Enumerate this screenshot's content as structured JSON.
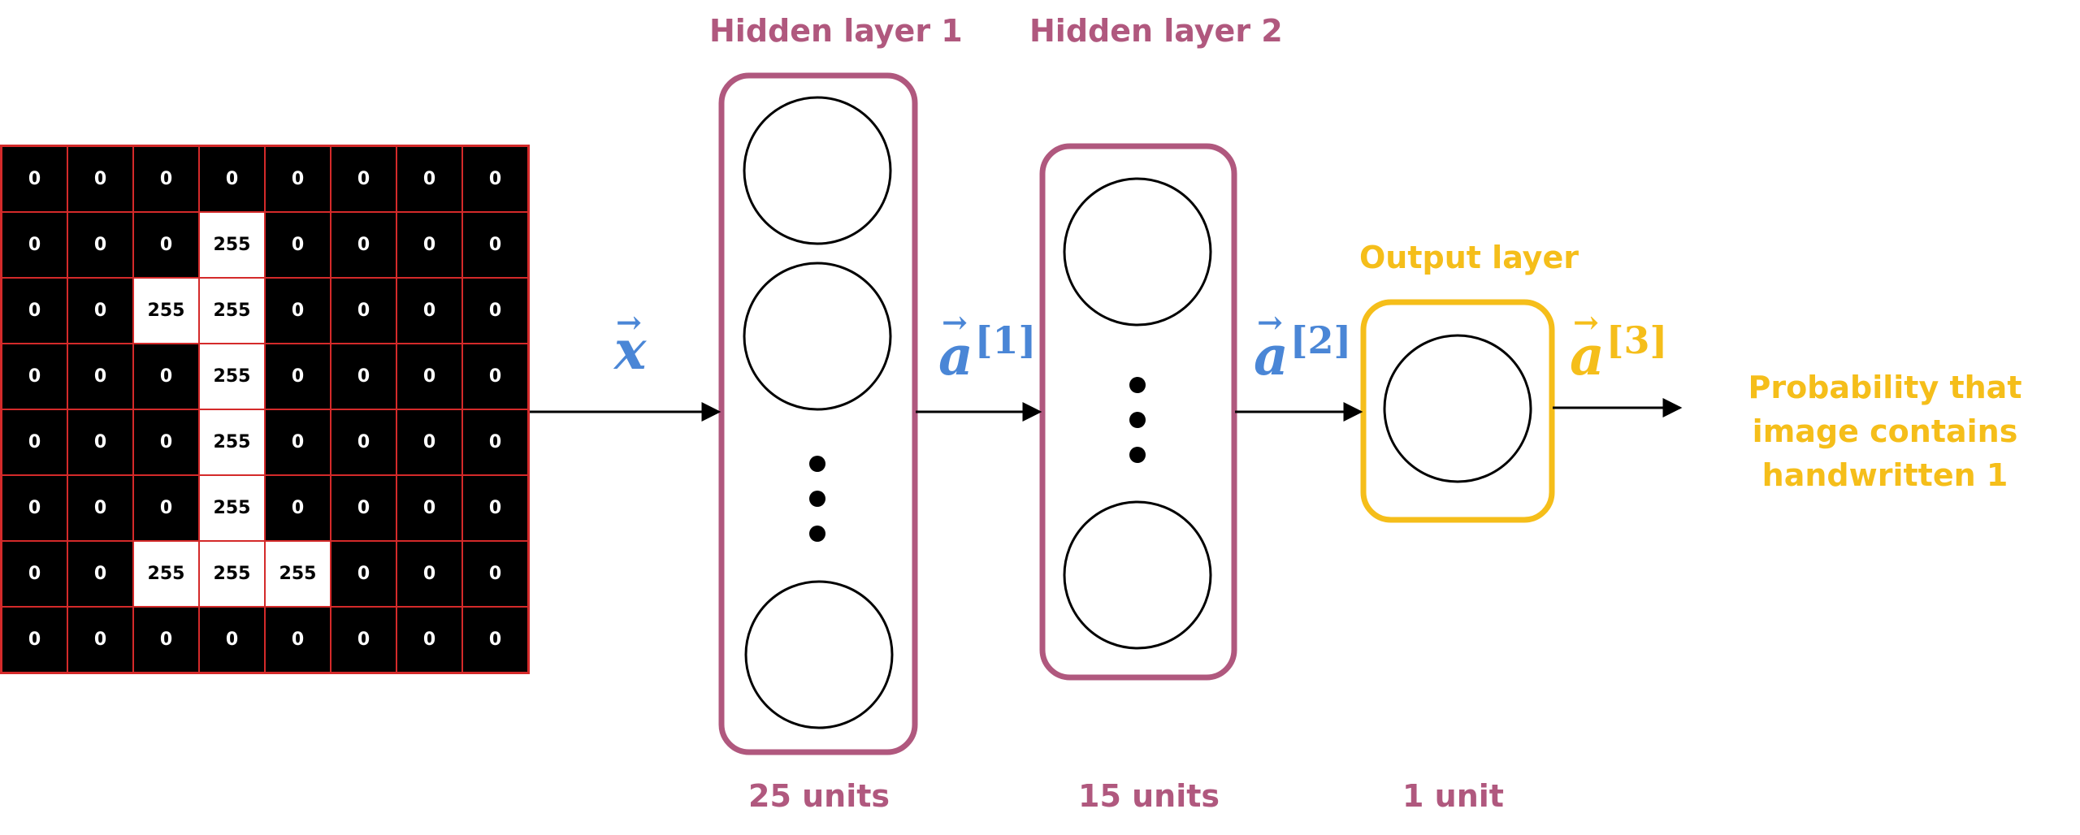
{
  "input_grid": {
    "rows": [
      [
        "0",
        "0",
        "0",
        "0",
        "0",
        "0",
        "0",
        "0"
      ],
      [
        "0",
        "0",
        "0",
        "255",
        "0",
        "0",
        "0",
        "0"
      ],
      [
        "0",
        "0",
        "255",
        "255",
        "0",
        "0",
        "0",
        "0"
      ],
      [
        "0",
        "0",
        "0",
        "255",
        "0",
        "0",
        "0",
        "0"
      ],
      [
        "0",
        "0",
        "0",
        "255",
        "0",
        "0",
        "0",
        "0"
      ],
      [
        "0",
        "0",
        "0",
        "255",
        "0",
        "0",
        "0",
        "0"
      ],
      [
        "0",
        "0",
        "255",
        "255",
        "255",
        "0",
        "0",
        "0"
      ],
      [
        "0",
        "0",
        "0",
        "0",
        "0",
        "0",
        "0",
        "0"
      ]
    ]
  },
  "labels": {
    "hidden1": "Hidden layer 1",
    "hidden2": "Hidden layer 2",
    "output": "Output layer",
    "units1": "25 units",
    "units2": "15 units",
    "units3": "1 unit",
    "probability": "Probability that image contains handwritten 1"
  },
  "vectors": {
    "x": {
      "symbol": "x",
      "arrow": "→"
    },
    "a1": {
      "symbol": "a",
      "arrow": "→",
      "sup": "[1]"
    },
    "a2": {
      "symbol": "a",
      "arrow": "→",
      "sup": "[2]"
    },
    "a3": {
      "symbol": "a",
      "arrow": "→",
      "sup": "[3]"
    }
  },
  "colors": {
    "hidden": "#b0587e",
    "output": "#f5be1a",
    "vector": "#4a86d6",
    "grid_border": "#d42a2a"
  }
}
